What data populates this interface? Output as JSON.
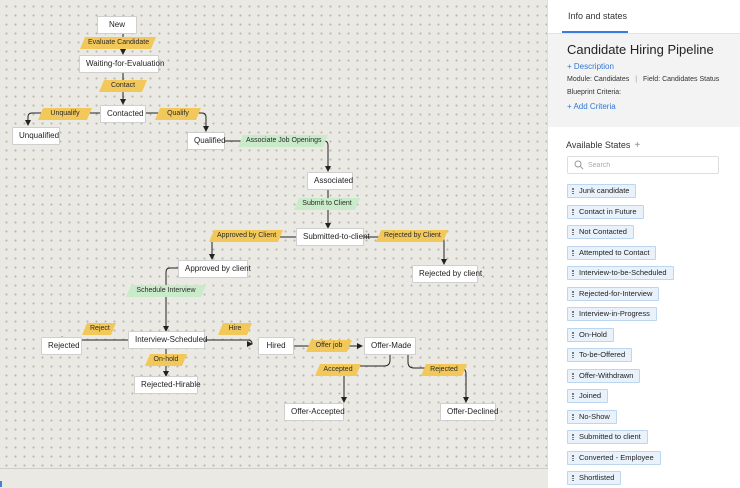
{
  "canvas": {
    "states": {
      "new": "New",
      "waiting": "Waiting-for-Evaluation",
      "contacted": "Contacted",
      "unqualified": "Unqualified",
      "qualified": "Qualified",
      "associated": "Associated",
      "submitted": "Submitted-to-client",
      "approved": "Approved by client",
      "rejected_by_client": "Rejected by client",
      "interview_scheduled": "Interview-Scheduled",
      "rejected": "Rejected",
      "hired": "Hired",
      "offer_made": "Offer-Made",
      "rejected_hirable": "Rejected-Hirable",
      "offer_accepted": "Offer-Accepted",
      "offer_declined": "Offer-Declined"
    },
    "transitions": {
      "evaluate": "Evaluate Candidate",
      "contact": "Contact",
      "unqualify": "Unqualify",
      "qualify": "Qualify",
      "associate": "Associate Job Openings",
      "submit": "Submit to Client",
      "approved": "Approved by Client",
      "rejected_by_client": "Rejected by Client",
      "schedule": "Schedule Interview",
      "reject": "Reject",
      "hire": "Hire",
      "onhold": "On-hold",
      "offer": "Offer job",
      "accepted": "Accepted",
      "declined": "Rejected"
    },
    "colors": {
      "transition": "#f2c85b",
      "transition_alt": "#c9ebc9"
    }
  },
  "panel": {
    "tab": "Info and states",
    "title": "Candidate Hiring Pipeline",
    "description_link": "+ Description",
    "module_label": "Module:",
    "module_value": "Candidates",
    "field_label": "Field:",
    "field_value": "Candidates Status",
    "criteria_label": "Blueprint Criteria:",
    "add_criteria": "+ Add Criteria",
    "states_heading": "Available States",
    "add_state_icon": "plus-icon",
    "search_placeholder": "Search",
    "states": [
      "Junk candidate",
      "Contact in Future",
      "Not Contacted",
      "Attempted to Contact",
      "Interview-to-be-Scheduled",
      "Rejected-for-Interview",
      "Interview-in-Progress",
      "On-Hold",
      "To-be-Offered",
      "Offer-Withdrawn",
      "Joined",
      "No-Show",
      "Submitted to client",
      "Converted - Employee",
      "Shortlisted"
    ],
    "accent_color": "#3b7be0"
  }
}
